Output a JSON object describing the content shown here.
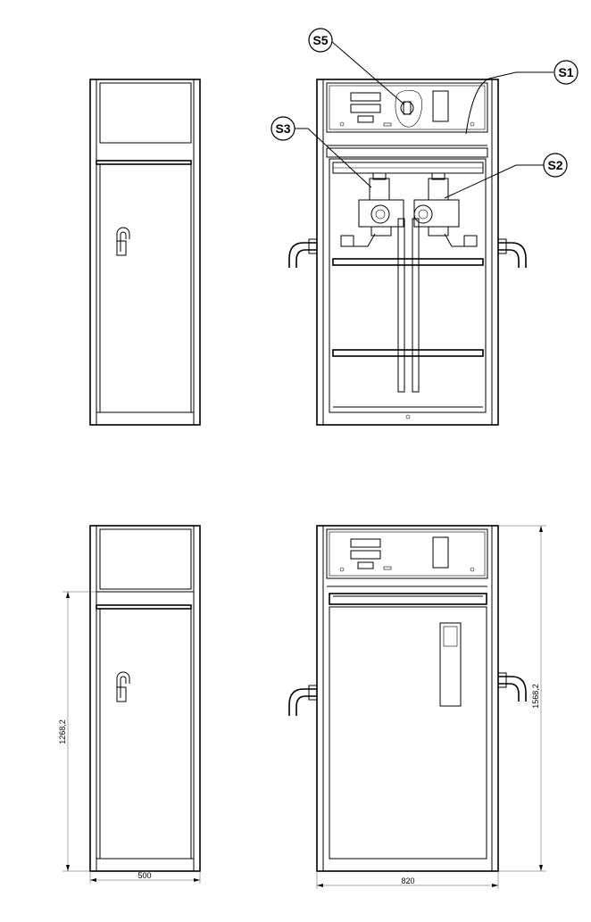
{
  "callouts": {
    "s5": "S5",
    "s1": "S1",
    "s3": "S3",
    "s2": "S2"
  },
  "dimensions": {
    "side_height": "1268,2",
    "side_width": "500",
    "front_height": "1568,2",
    "front_width": "820"
  },
  "colors": {
    "line": "#000000",
    "background": "#ffffff"
  }
}
